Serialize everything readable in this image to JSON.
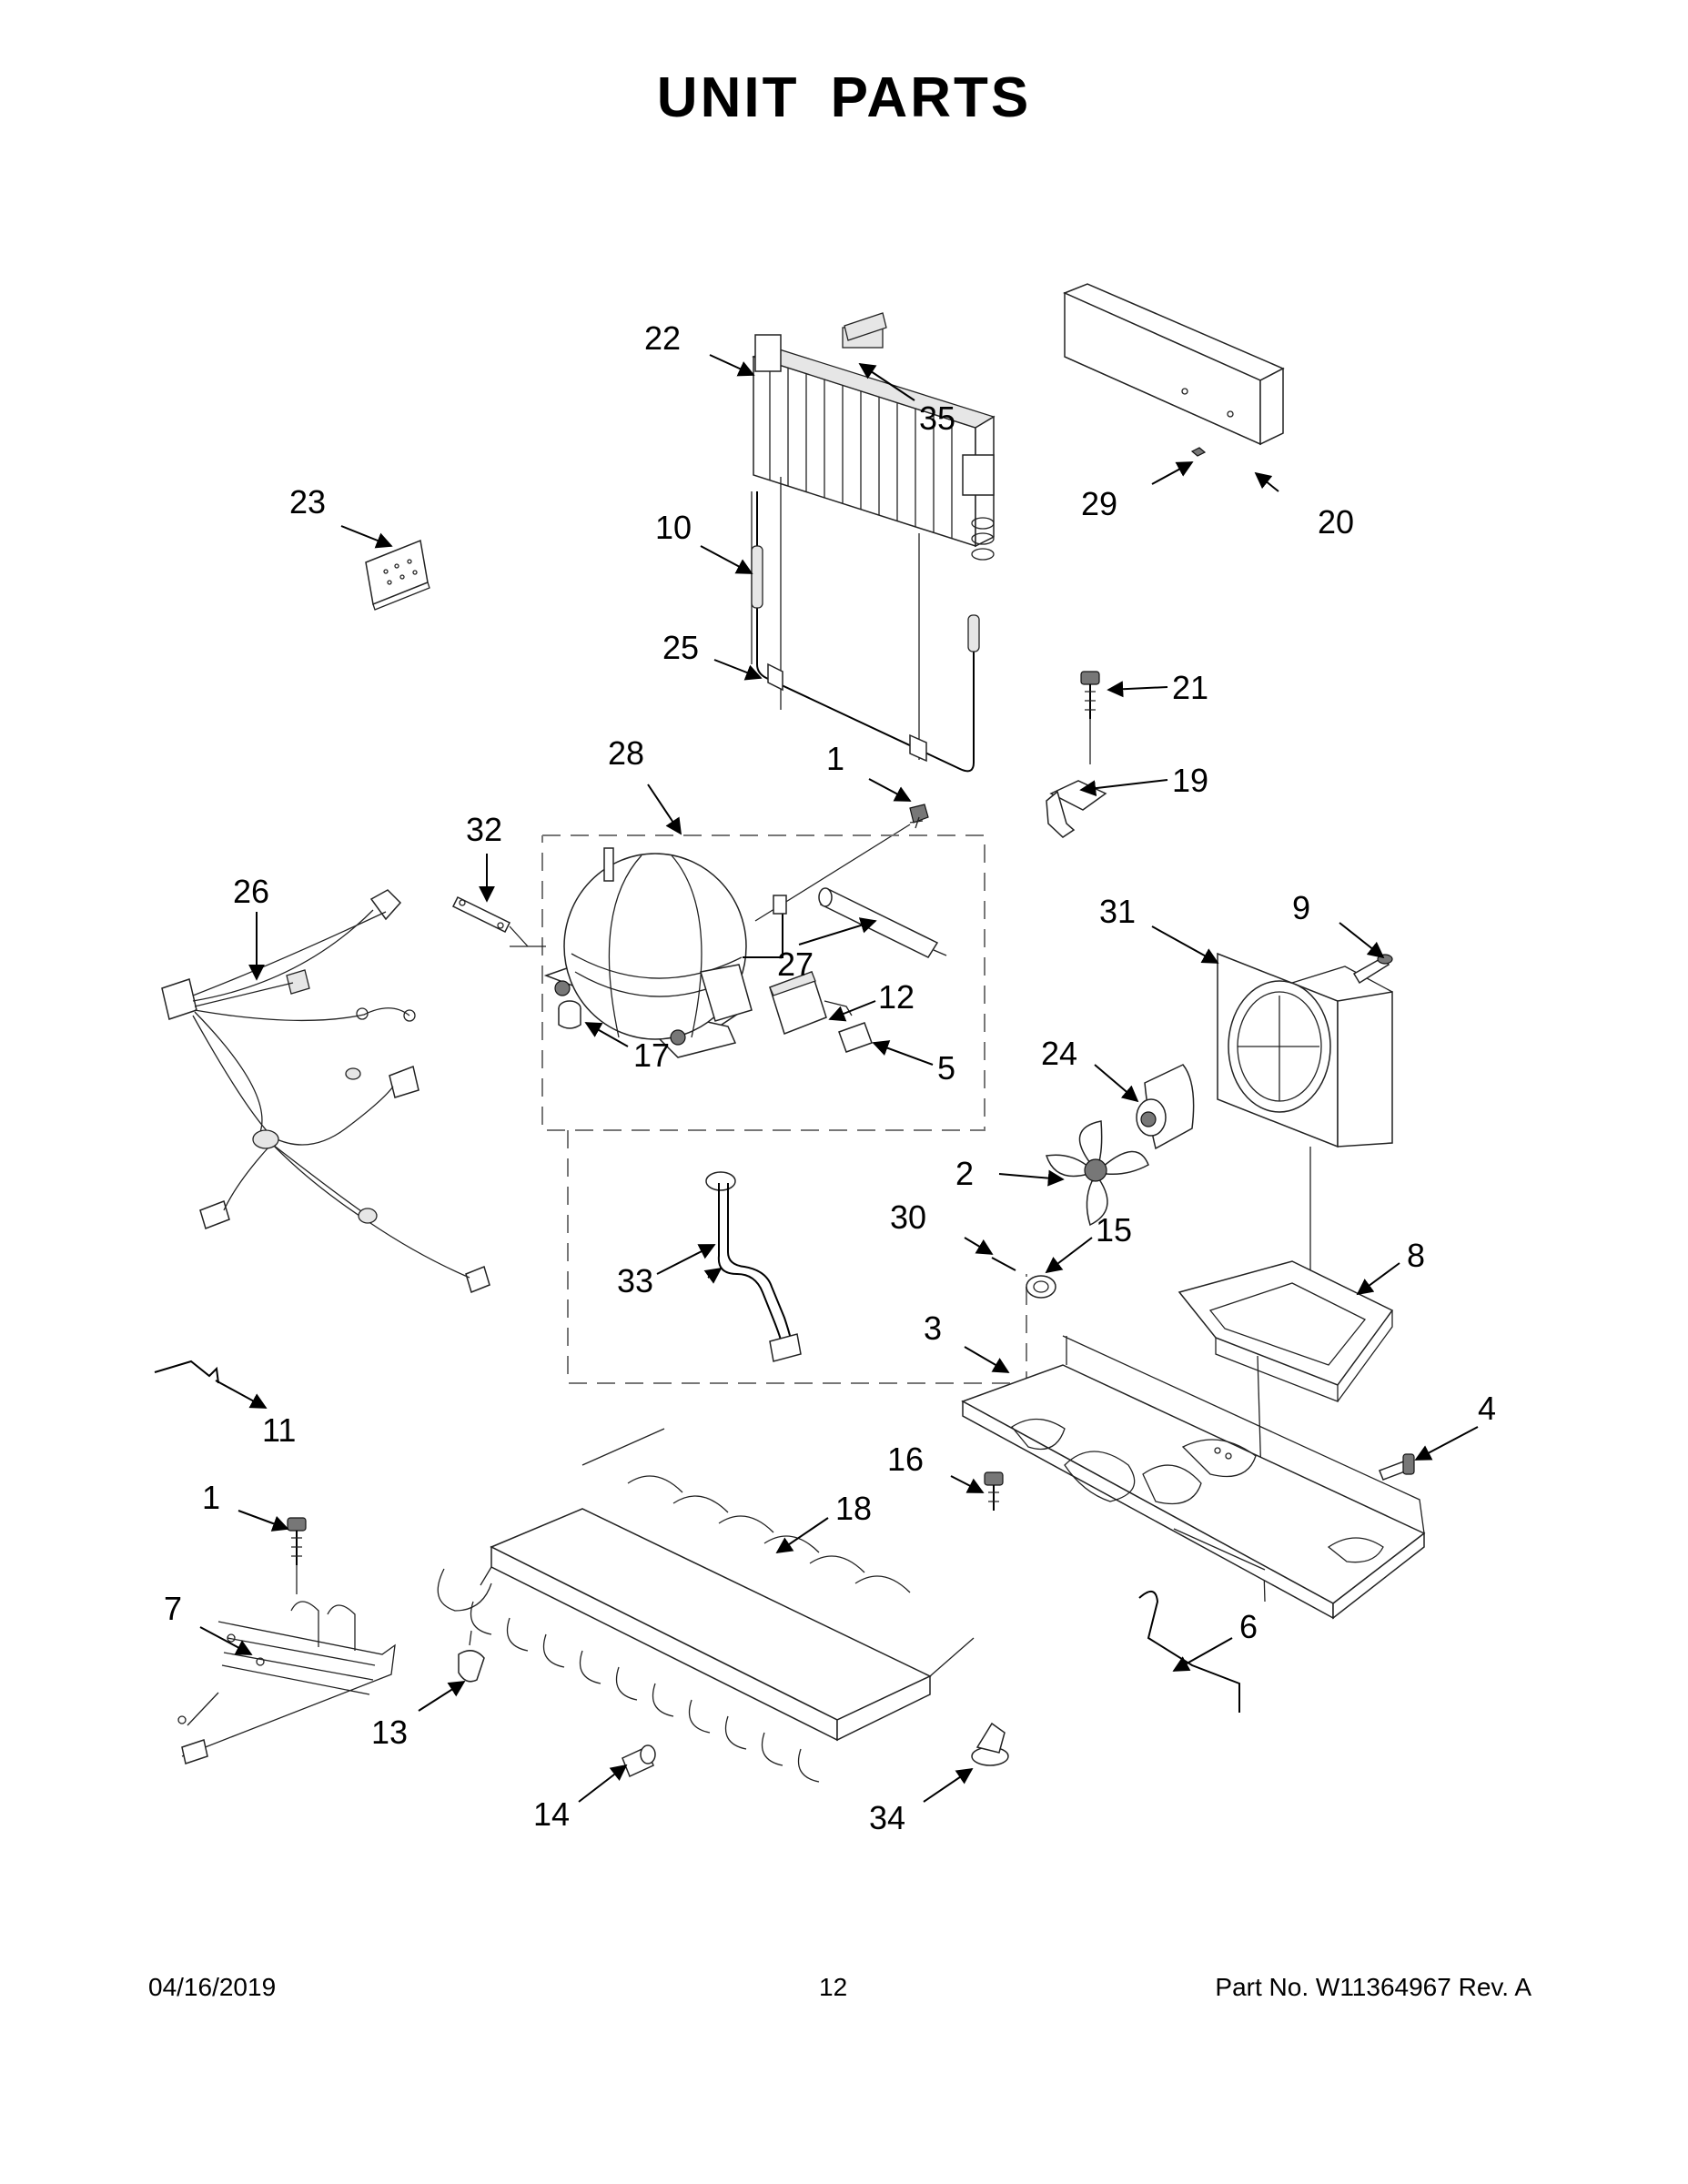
{
  "page": {
    "title": "UNIT  PARTS",
    "footer": {
      "date": "04/16/2019",
      "page_number": "12",
      "part_info": "Part No.  W11364967  Rev.  A"
    }
  },
  "diagram": {
    "callouts": [
      "1",
      "1",
      "2",
      "3",
      "4",
      "5",
      "6",
      "7",
      "8",
      "9",
      "10",
      "11",
      "12",
      "13",
      "14",
      "15",
      "16",
      "17",
      "18",
      "19",
      "20",
      "21",
      "22",
      "23",
      "24",
      "25",
      "26",
      "27",
      "28",
      "29",
      "30",
      "31",
      "32",
      "33",
      "34",
      "35"
    ]
  }
}
